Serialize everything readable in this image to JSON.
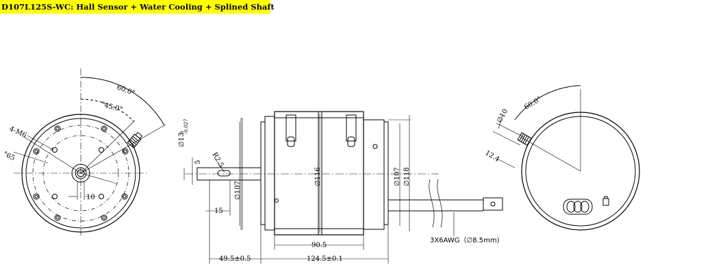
{
  "title": "D107L125S-WC: Hall Sensor + Water Cooling + Splined Shaft",
  "front_view": {
    "angle_60": "60.0°",
    "angle_45": "°45.0°",
    "holes": "4-M6",
    "diameter_65": "°65",
    "dim_10": "10"
  },
  "side_view": {
    "shaft_dia": "∅13",
    "tol_upper": "0",
    "tol_lower": "-0.027",
    "dim_5": "5",
    "radius": "R2.5",
    "dia_107_left": "∅107",
    "dim_15": "15",
    "dia_116": "∅116",
    "dia_107_right": "∅107",
    "dia_118": "∅118",
    "len_90_5": "90.5",
    "len_49_5": "49.5±0.5",
    "len_124_5": "124.5±0.1",
    "cable": "3X6AWG（∅8.5mm)"
  },
  "rear_view": {
    "angle_60": "60.0°",
    "dim_10": "∅10",
    "dim_12_4": "12.4"
  }
}
